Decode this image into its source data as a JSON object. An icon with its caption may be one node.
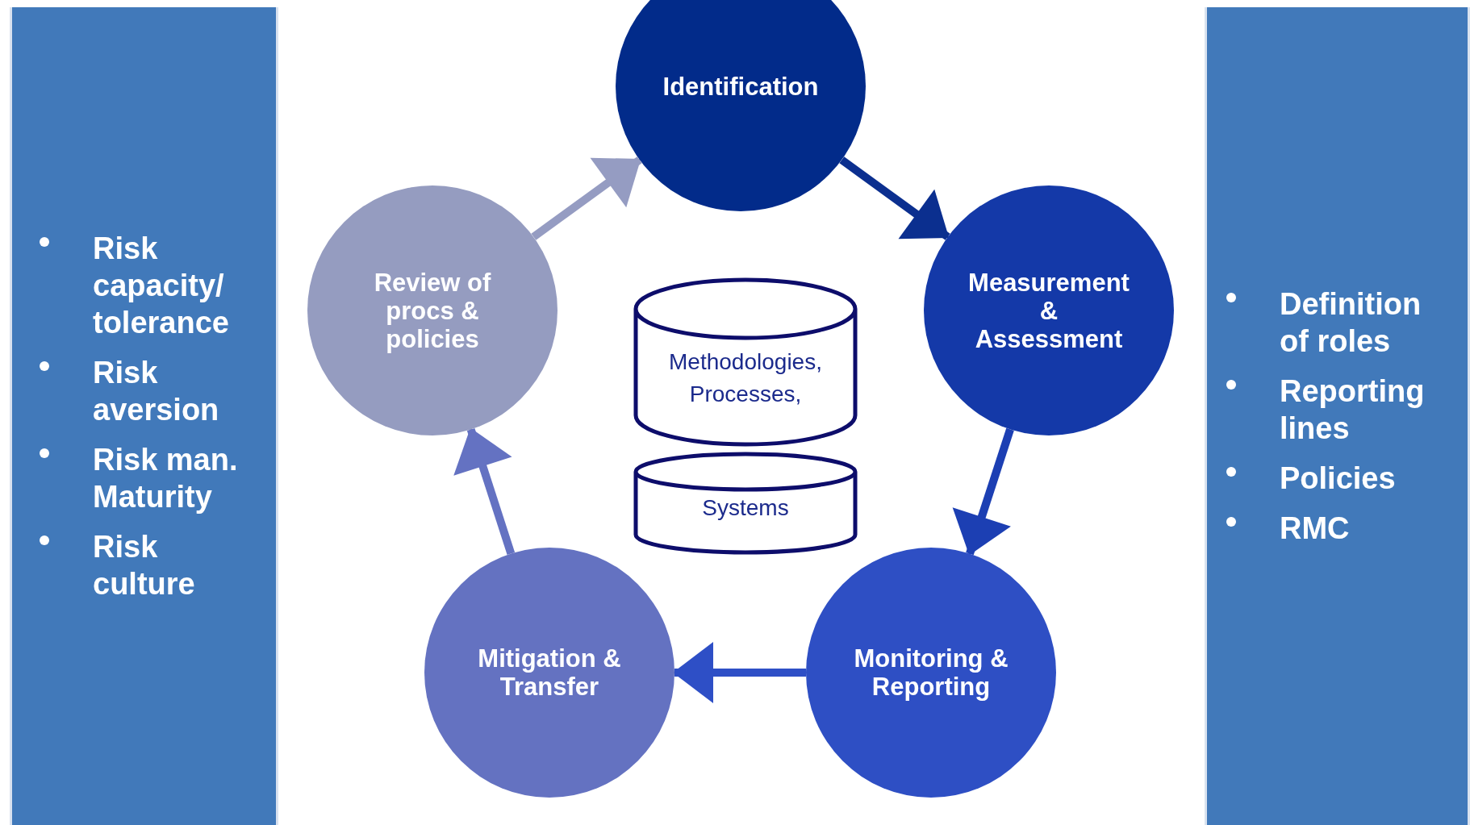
{
  "diagram": {
    "nodes": [
      {
        "text": [
          "Risk capacity/ tolerance",
          "Risk aversion",
          "Risk man. Maturity",
          "Risk culture"
        ]
      },
      {
        "text": [
          "Identification"
        ]
      },
      {
        "text": [
          "Measurement & Assessment"
        ]
      },
      {
        "text": [
          "Monitoring & Reporting"
        ]
      },
      {
        "text": [
          "Mitigation & Transfer"
        ]
      },
      {
        "text": [
          "Review of procs & policies"
        ]
      },
      {
        "text": [
          "Methodologies, Processes,"
        ]
      },
      {
        "text": [
          "Systems"
        ]
      },
      {
        "text": [
          "Definition of roles",
          "Reporting lines",
          "Policies",
          "RMC"
        ]
      }
    ],
    "edges": [
      {
        "from": 1,
        "to": 2,
        "arrow": "to",
        "color": "#0b2f8f"
      },
      {
        "from": 2,
        "to": 3,
        "arrow": "to",
        "color": "#1c3fb3"
      },
      {
        "from": 3,
        "to": 4,
        "arrow": "to",
        "color": "#2e4fc6"
      },
      {
        "from": 4,
        "to": 5,
        "arrow": "to",
        "color": "#6472c2"
      },
      {
        "from": 5,
        "to": 1,
        "arrow": "to",
        "color": "#959cc2"
      }
    ]
  }
}
